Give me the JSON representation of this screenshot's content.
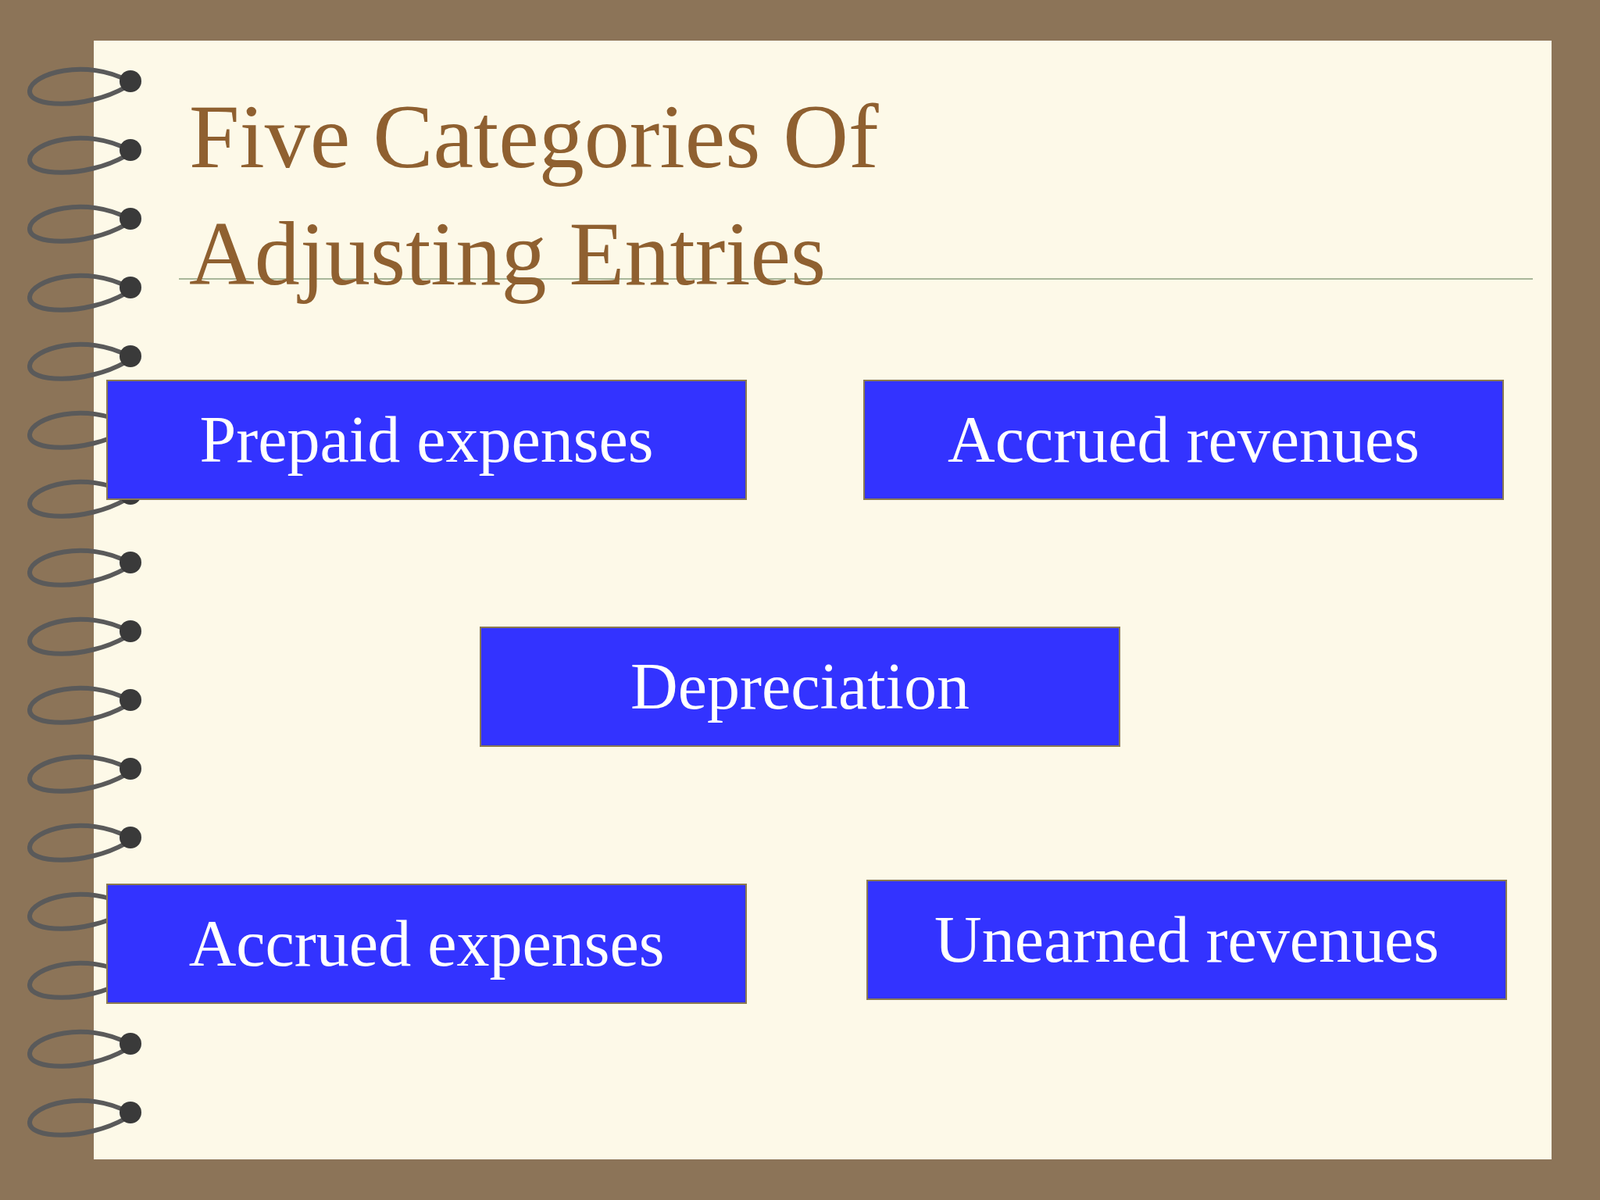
{
  "diagram": {
    "title": "Five Categories Of Adjusting Entries",
    "nodes": [
      {
        "text": [
          "Prepaid expenses"
        ]
      },
      {
        "text": [
          "Accrued revenues"
        ]
      },
      {
        "text": [
          "Depreciation"
        ]
      },
      {
        "text": [
          "Accrued expenses"
        ]
      },
      {
        "text": [
          "Unearned revenues"
        ]
      }
    ]
  }
}
